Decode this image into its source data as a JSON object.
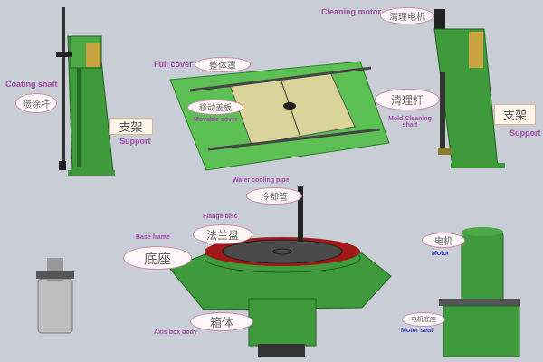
{
  "labels": {
    "coating_shaft": {
      "en": "Coating shaft",
      "cn": "喷涂杆"
    },
    "support_left": {
      "en": "Support",
      "cn": "支架"
    },
    "full_cover": {
      "en": "Full cover",
      "cn": "整体罩"
    },
    "movable_cover": {
      "en": "Movable cover",
      "cn": "移动盖板"
    },
    "cleaning_motor": {
      "en": "Cleaning motor",
      "cn": "清理电机"
    },
    "mold_cleaning_shaft": {
      "en": "Mold Cleaning shaft",
      "cn": "清理杆"
    },
    "support_right": {
      "en": "Support",
      "cn": "支架"
    },
    "water_cooling_pipe": {
      "en": "Water cooling pipe",
      "cn": "冷却管"
    },
    "flange_disc": {
      "en": "Flange disc",
      "cn": "法兰盘"
    },
    "base_frame": {
      "en": "Base frame",
      "cn": "底座"
    },
    "axis_box_body": {
      "en": "Axis box body",
      "cn": "箱体"
    },
    "motor": {
      "en": "Motor",
      "cn": "电机"
    },
    "motor_seat": {
      "en": "Motor seat",
      "cn": "电机底座"
    }
  },
  "colors": {
    "background": "#c9cdd6",
    "machine_green": "#3f9a3c",
    "label_purple": "#a24aa8",
    "label_blue": "#3c3fc4",
    "cover_yellow": "#d9d49a"
  }
}
